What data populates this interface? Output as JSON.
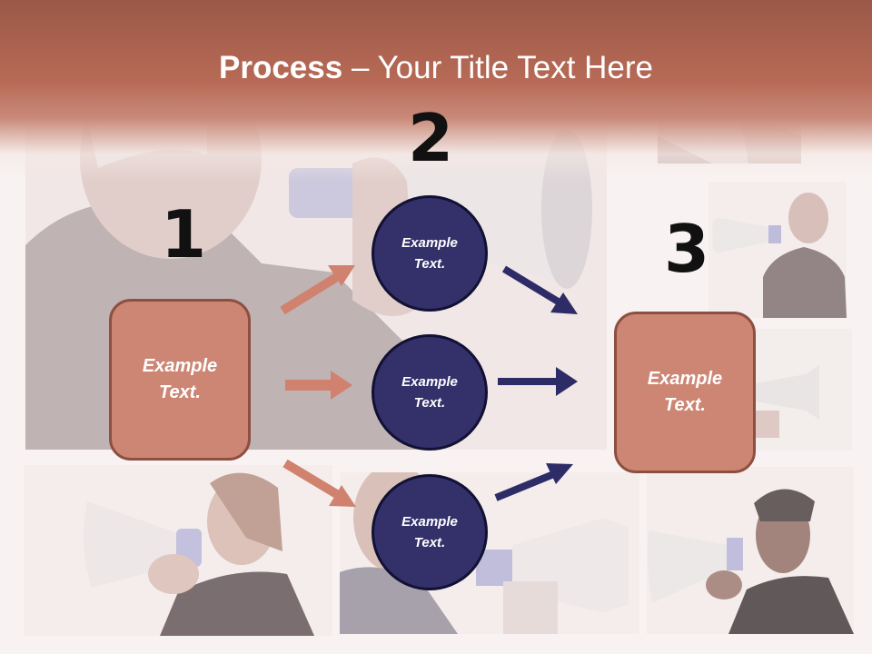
{
  "title": {
    "bold": "Process",
    "rest": " – Your Title Text Here"
  },
  "steps": {
    "one": "1",
    "two": "2",
    "three": "3"
  },
  "boxes": {
    "left": "Example\nText.",
    "right": "Example\nText."
  },
  "circles": {
    "top": "Example\nText.",
    "middle": "Example\nText.",
    "bottom": "Example\nText."
  },
  "colors": {
    "header": "#b76a56",
    "box_fill": "#cd8674",
    "box_border": "#8d4f41",
    "circle_fill": "#33306a",
    "arrow_salmon": "#d0826f",
    "arrow_navy": "#2e2c66"
  },
  "background_icons": [
    "megaphone-icon",
    "megaphone-icon",
    "megaphone-icon",
    "megaphone-icon",
    "megaphone-icon"
  ]
}
